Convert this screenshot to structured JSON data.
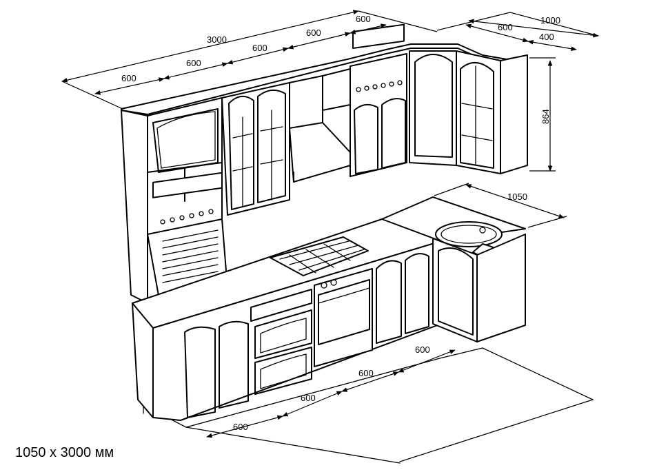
{
  "caption": "1050 x 3000 мм",
  "dimensions": {
    "top_total": "3000",
    "top_segments": [
      "600",
      "600",
      "600",
      "600",
      "600"
    ],
    "corner_total": "1000",
    "corner_a": "600",
    "corner_b": "400",
    "height": "864",
    "side_depth": "1050",
    "bottom_segments": [
      "600",
      "600",
      "600",
      "600"
    ]
  }
}
